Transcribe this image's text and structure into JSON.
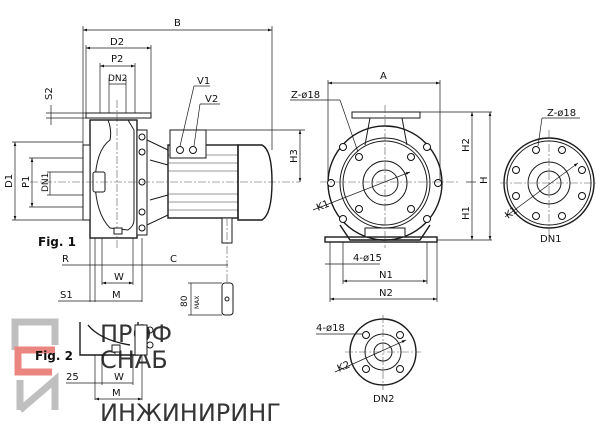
{
  "fig1": {
    "title": "Fig. 1",
    "labels": {
      "B": "B",
      "D2": "D2",
      "P2": "P2",
      "DN2": "DN2",
      "S2": "S2",
      "V1": "V1",
      "V2": "V2",
      "H3": "H3",
      "D1": "D1",
      "P1": "P1",
      "DN1": "DN1",
      "R": "R",
      "C": "C",
      "W": "W",
      "S1": "S1",
      "M": "M",
      "foot_height": "80",
      "foot_max": "MAX"
    }
  },
  "fig2": {
    "title": "Fig. 2",
    "labels": {
      "offset": "25",
      "W": "W",
      "M": "M"
    }
  },
  "front_view": {
    "labels": {
      "A": "A",
      "bolts": "Z-ø18",
      "K1": "K1",
      "H2": "H2",
      "H": "H",
      "H1": "H1",
      "base_holes": "4-ø15",
      "N1": "N1",
      "N2": "N2"
    }
  },
  "flange_dn1": {
    "title": "DN1",
    "bolts": "Z-ø18",
    "K1": "K1"
  },
  "flange_dn2": {
    "title": "DN2",
    "bolts": "4-ø18",
    "K2": "K2"
  },
  "watermark": {
    "line1": "ПРОФ",
    "line2": "СНАБ",
    "line3": "ИНЖИНИРИНГ",
    "colors": {
      "red": "#e8706a",
      "gray": "#9a9a9a"
    }
  }
}
